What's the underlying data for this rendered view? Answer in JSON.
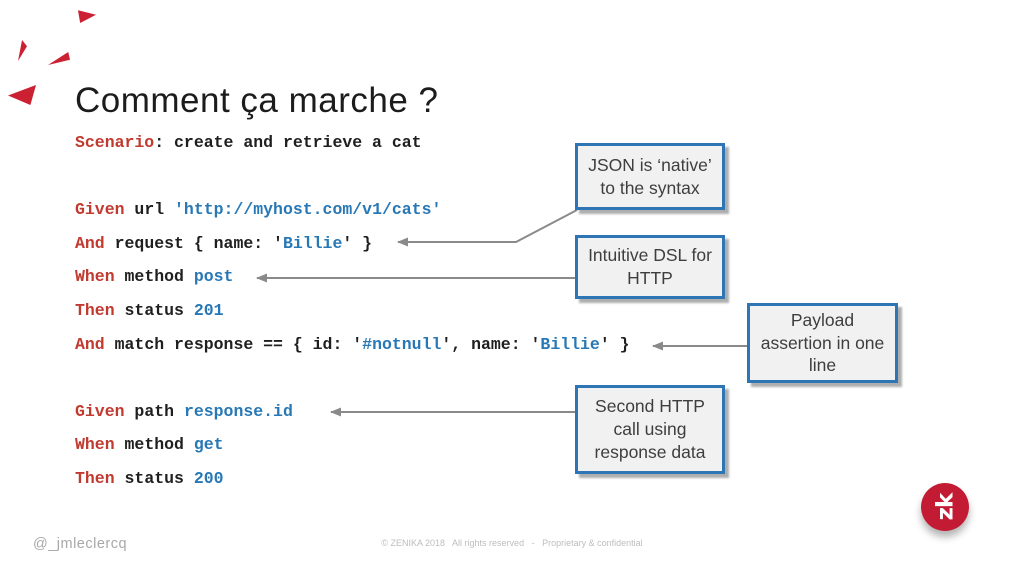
{
  "title": "Comment ça marche ?",
  "code": {
    "lines": [
      {
        "tokens": [
          {
            "t": "Scenario",
            "c": "kw"
          },
          {
            "t": ": create and retrieve a cat",
            "c": "pl"
          }
        ]
      },
      {
        "tokens": []
      },
      {
        "tokens": [
          {
            "t": "Given",
            "c": "kw"
          },
          {
            "t": " url ",
            "c": "pl"
          },
          {
            "t": "'http://myhost.com/v1/cats'",
            "c": "val"
          }
        ]
      },
      {
        "tokens": [
          {
            "t": "And",
            "c": "kw"
          },
          {
            "t": " request { name: '",
            "c": "pl"
          },
          {
            "t": "Billie",
            "c": "val"
          },
          {
            "t": "' }",
            "c": "pl"
          }
        ]
      },
      {
        "tokens": [
          {
            "t": "When",
            "c": "kw"
          },
          {
            "t": " method ",
            "c": "pl"
          },
          {
            "t": "post",
            "c": "val"
          }
        ]
      },
      {
        "tokens": [
          {
            "t": "Then",
            "c": "kw"
          },
          {
            "t": " status ",
            "c": "pl"
          },
          {
            "t": "201",
            "c": "val"
          }
        ]
      },
      {
        "tokens": [
          {
            "t": "And",
            "c": "kw"
          },
          {
            "t": " match response == { id: '",
            "c": "pl"
          },
          {
            "t": "#notnull",
            "c": "val"
          },
          {
            "t": "', name: '",
            "c": "pl"
          },
          {
            "t": "Billie",
            "c": "val"
          },
          {
            "t": "' }",
            "c": "pl"
          }
        ]
      },
      {
        "tokens": []
      },
      {
        "tokens": [
          {
            "t": "Given",
            "c": "kw"
          },
          {
            "t": " path ",
            "c": "pl"
          },
          {
            "t": "response.id",
            "c": "val"
          }
        ]
      },
      {
        "tokens": [
          {
            "t": "When",
            "c": "kw"
          },
          {
            "t": " method ",
            "c": "pl"
          },
          {
            "t": "get",
            "c": "val"
          }
        ]
      },
      {
        "tokens": [
          {
            "t": "Then",
            "c": "kw"
          },
          {
            "t": " status ",
            "c": "pl"
          },
          {
            "t": "200",
            "c": "val"
          }
        ]
      }
    ]
  },
  "callouts": [
    {
      "text": "JSON is ‘native’ to the syntax"
    },
    {
      "text": "Intuitive DSL for HTTP"
    },
    {
      "text": "Payload assertion in one line"
    },
    {
      "text": "Second HTTP call using response data"
    }
  ],
  "colors": {
    "keyword_red": "#c13a30",
    "value_blue": "#2878b5",
    "code_black": "#1f1f1f",
    "callout_border": "#2e75b6",
    "callout_bg": "#f1f1f1",
    "arrow_gray": "#8a8a8a",
    "triangle_red": "#cb2132",
    "logo_red": "#c41b35"
  },
  "footer": {
    "handle": "@_jmleclercq",
    "copyright": "© ZENIKA 2018   All rights reserved   -   Proprietary & confidential"
  },
  "logo": {
    "monogram": "zk"
  }
}
